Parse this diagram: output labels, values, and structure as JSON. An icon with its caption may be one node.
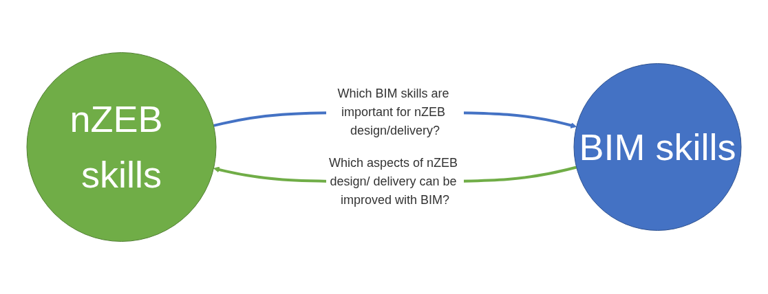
{
  "diagram": {
    "nodes": [
      {
        "text": [
          "nZEB skills"
        ]
      },
      {
        "text": [
          "BIM skills"
        ]
      }
    ],
    "edges": [
      {
        "from": 0,
        "to": 1,
        "arrow": "to",
        "label": "Which BIM skills are important for nZEB design/delivery?",
        "color": "#4472c4"
      },
      {
        "from": 1,
        "to": 0,
        "arrow": "to",
        "label": "Which aspects of nZEB design/ delivery can be improved with BIM?",
        "color": "#70ad47"
      }
    ]
  }
}
